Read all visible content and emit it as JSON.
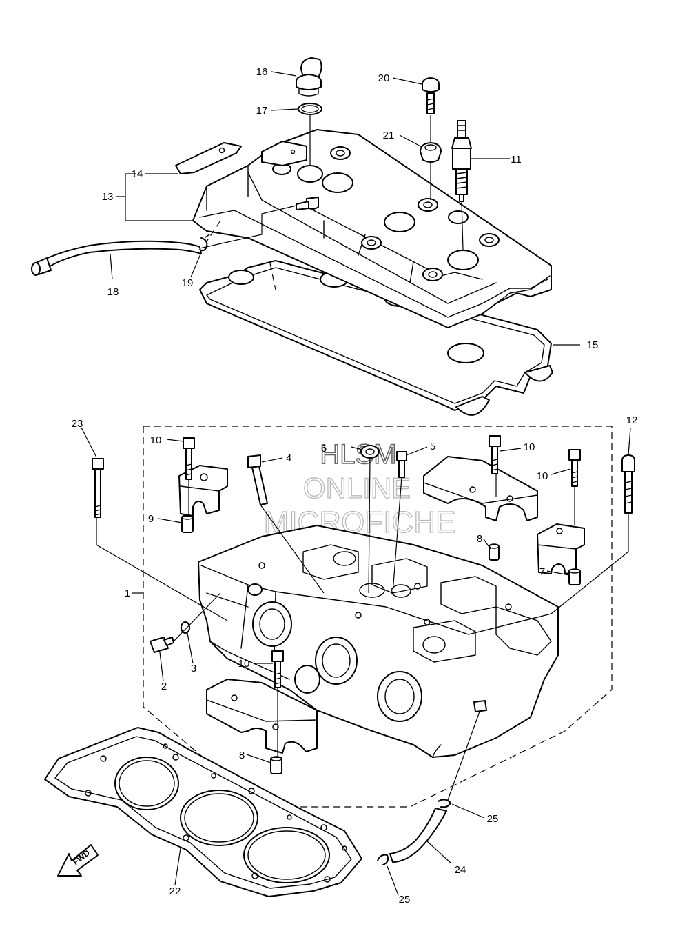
{
  "watermark": {
    "line1": "HLSM",
    "line2": "ONLINE",
    "line3": "MICROFICHE"
  },
  "direction_marker": "FWD",
  "callouts": [
    {
      "id": "c16",
      "number": "16"
    },
    {
      "id": "c17",
      "number": "17"
    },
    {
      "id": "c20",
      "number": "20"
    },
    {
      "id": "c21",
      "number": "21"
    },
    {
      "id": "c11",
      "number": "11"
    },
    {
      "id": "c14",
      "number": "14"
    },
    {
      "id": "c13",
      "number": "13"
    },
    {
      "id": "c18",
      "number": "18"
    },
    {
      "id": "c19",
      "number": "19"
    },
    {
      "id": "c15",
      "number": "15"
    },
    {
      "id": "c23",
      "number": "23"
    },
    {
      "id": "c12",
      "number": "12"
    },
    {
      "id": "c10a",
      "number": "10"
    },
    {
      "id": "c6",
      "number": "6"
    },
    {
      "id": "c5",
      "number": "5"
    },
    {
      "id": "c4",
      "number": "4"
    },
    {
      "id": "c10b",
      "number": "10"
    },
    {
      "id": "c10c",
      "number": "10"
    },
    {
      "id": "c9",
      "number": "9"
    },
    {
      "id": "c8a",
      "number": "8"
    },
    {
      "id": "c7",
      "number": "7"
    },
    {
      "id": "c1",
      "number": "1"
    },
    {
      "id": "c3",
      "number": "3"
    },
    {
      "id": "c2",
      "number": "2"
    },
    {
      "id": "c10d",
      "number": "10"
    },
    {
      "id": "c8b",
      "number": "8"
    },
    {
      "id": "c25a",
      "number": "25"
    },
    {
      "id": "c24",
      "number": "24"
    },
    {
      "id": "c25b",
      "number": "25"
    },
    {
      "id": "c22",
      "number": "22"
    }
  ]
}
